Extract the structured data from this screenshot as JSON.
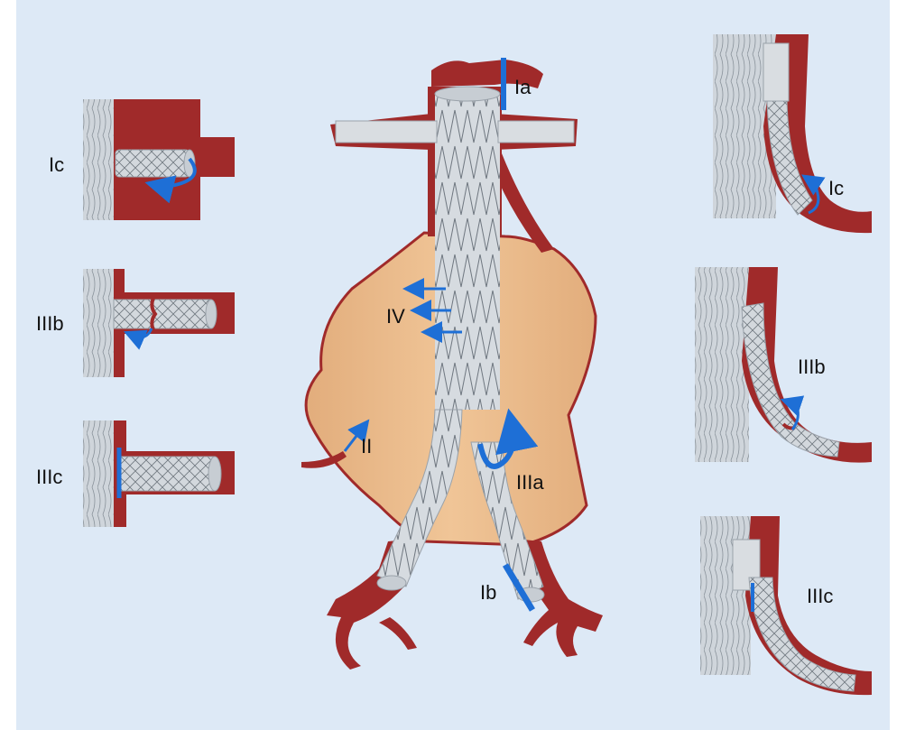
{
  "colors": {
    "background": "#dde9f6",
    "vessel_wall": "#a02a2a",
    "vessel_dark": "#7e1b1b",
    "aneurysm_sac": "#e9b98a",
    "stent_graft": "#d6dbe0",
    "stent_wire": "#6f7780",
    "leak_arrow": "#1e6fd6"
  },
  "labels": {
    "main_ia": "Ia",
    "main_iv": "IV",
    "main_ii": "II",
    "main_iiia": "IIIa",
    "main_ib": "Ib",
    "left_ic": "Ic",
    "left_iiib": "IIIb",
    "left_iiic": "IIIc",
    "right_ic": "Ic",
    "right_iiib": "IIIb",
    "right_iiic": "IIIc"
  }
}
